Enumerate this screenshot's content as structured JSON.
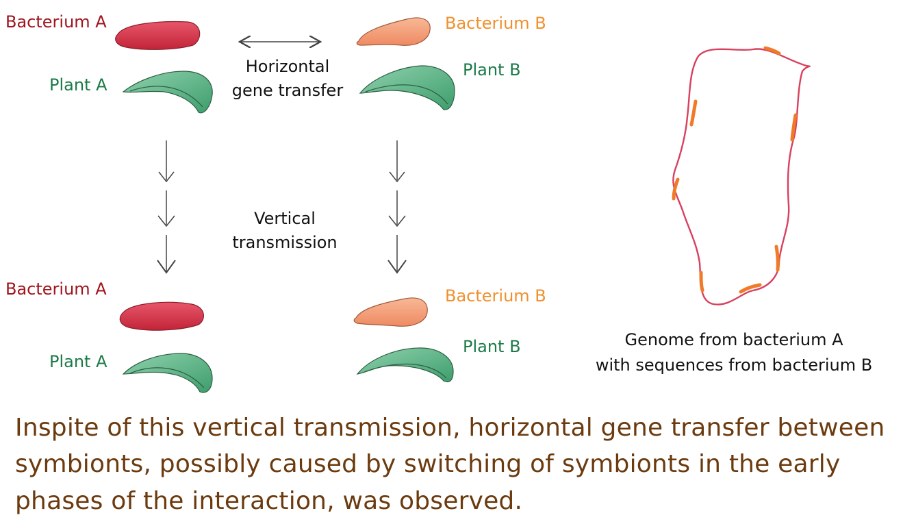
{
  "labels": {
    "bacterium_a": "Bacterium A",
    "bacterium_b": "Bacterium B",
    "plant_a": "Plant A",
    "plant_b": "Plant B",
    "horizontal_line1": "Horizontal",
    "horizontal_line2": "gene transfer",
    "vertical_line1": "Vertical",
    "vertical_line2": "transmission",
    "genome_line1": "Genome from bacterium A",
    "genome_line2": "with sequences from bacterium B"
  },
  "caption": {
    "line1": "Inspite of this vertical transmission, horizontal gene transfer between",
    "line2": "symbionts, possibly caused by switching of symbionts in the early",
    "line3": "phases of the interaction, was observed."
  },
  "colors": {
    "bacterium_a": "#d9374a",
    "bacterium_b": "#f4a07a",
    "plant": "#4fb07f",
    "genome": "#d8405e",
    "genome_insert": "#f07a28",
    "caption": "#6b3a0e"
  }
}
